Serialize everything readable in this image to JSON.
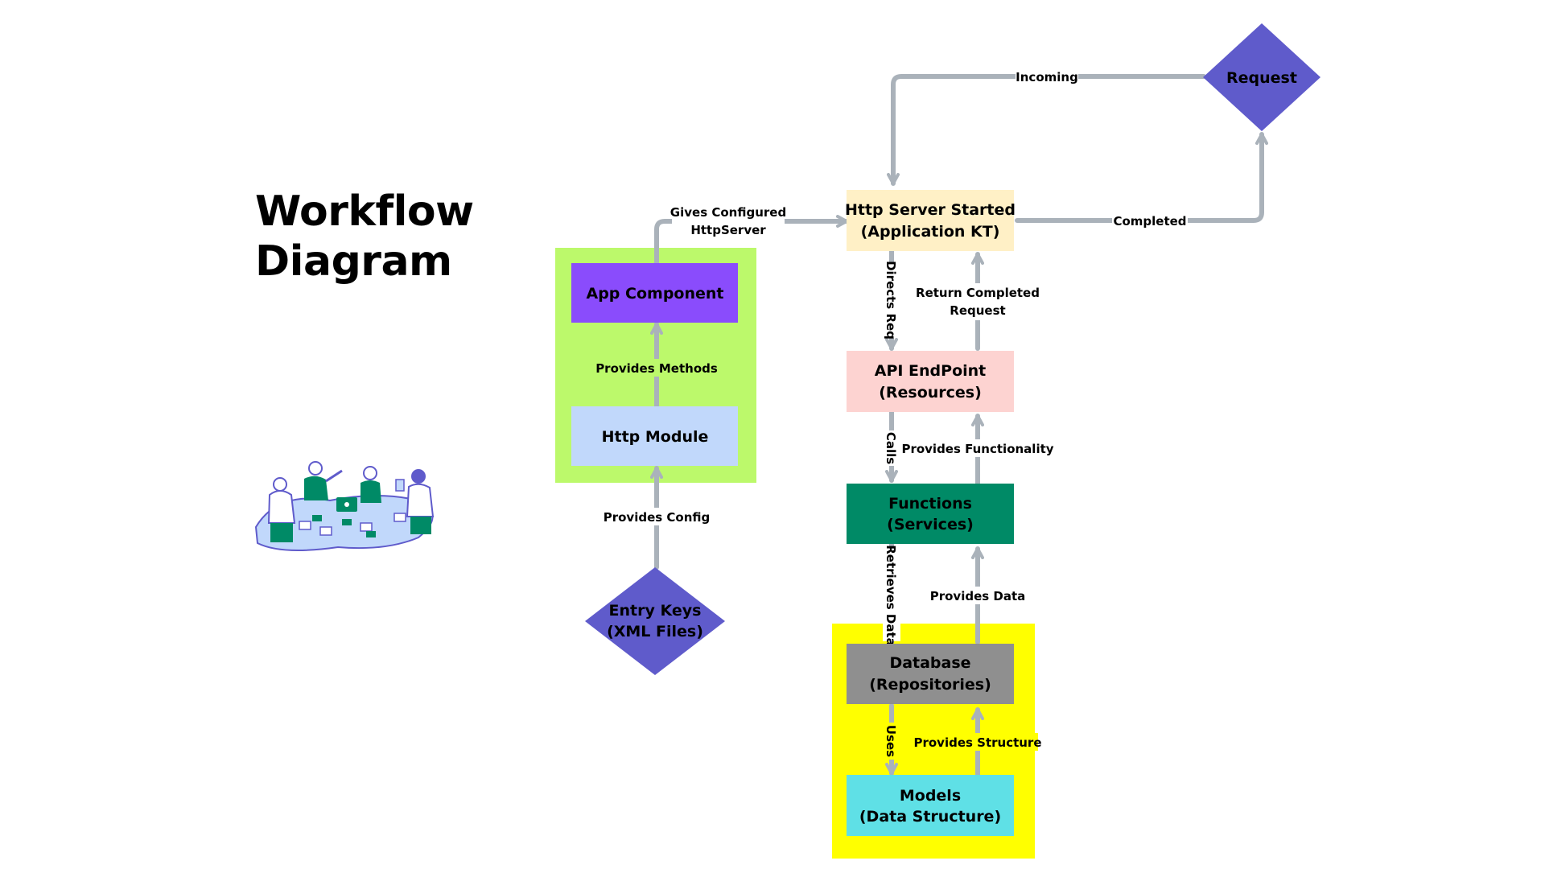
{
  "title": {
    "line1": "Workflow",
    "line2": "Diagram"
  },
  "colors": {
    "connector": "#aab2ba",
    "request_diamond": "#5f5bcb",
    "entry_diamond": "#5f5bcb",
    "green_container": "#bcf96b",
    "yellow_container": "#ffff00",
    "app_component": "#8a4cfc",
    "http_module": "#c1d8fb",
    "http_server": "#fff0c6",
    "api_endpoint": "#fdd3d1",
    "functions": "#008a66",
    "database": "#8f8f8f",
    "models": "#5fe0e6"
  },
  "nodes": {
    "request": {
      "label": "Request",
      "icon": "diamond-shape"
    },
    "http_server": {
      "line1": "Http Server Started",
      "line2": "(Application KT)"
    },
    "app_component": {
      "label": "App Component"
    },
    "http_module": {
      "label": "Http Module"
    },
    "entry_keys": {
      "line1": "Entry Keys",
      "line2": "(XML Files)",
      "icon": "diamond-shape"
    },
    "api_endpoint": {
      "line1": "API EndPoint",
      "line2": "(Resources)"
    },
    "functions": {
      "line1": "Functions",
      "line2": "(Services)"
    },
    "database": {
      "line1": "Database",
      "line2": "(Repositories)"
    },
    "models": {
      "line1": "Models",
      "line2": "(Data Structure)"
    }
  },
  "edges": {
    "incoming": "Incoming",
    "completed": "Completed",
    "gives_configured_1": "Gives Configured",
    "gives_configured_2": "HttpServer",
    "provides_methods": "Provides Methods",
    "provides_config": "Provides Config",
    "directs_req": "Directs Req",
    "return_completed_1": "Return Completed",
    "return_completed_2": "Request",
    "calls": "Calls",
    "provides_functionality": "Provides Functionality",
    "retrieves_data": "Retrieves Data",
    "provides_data": "Provides Data",
    "uses": "Uses",
    "provides_structure": "Provides Structure"
  },
  "illustration": {
    "icon": "team-meeting-illustration"
  }
}
